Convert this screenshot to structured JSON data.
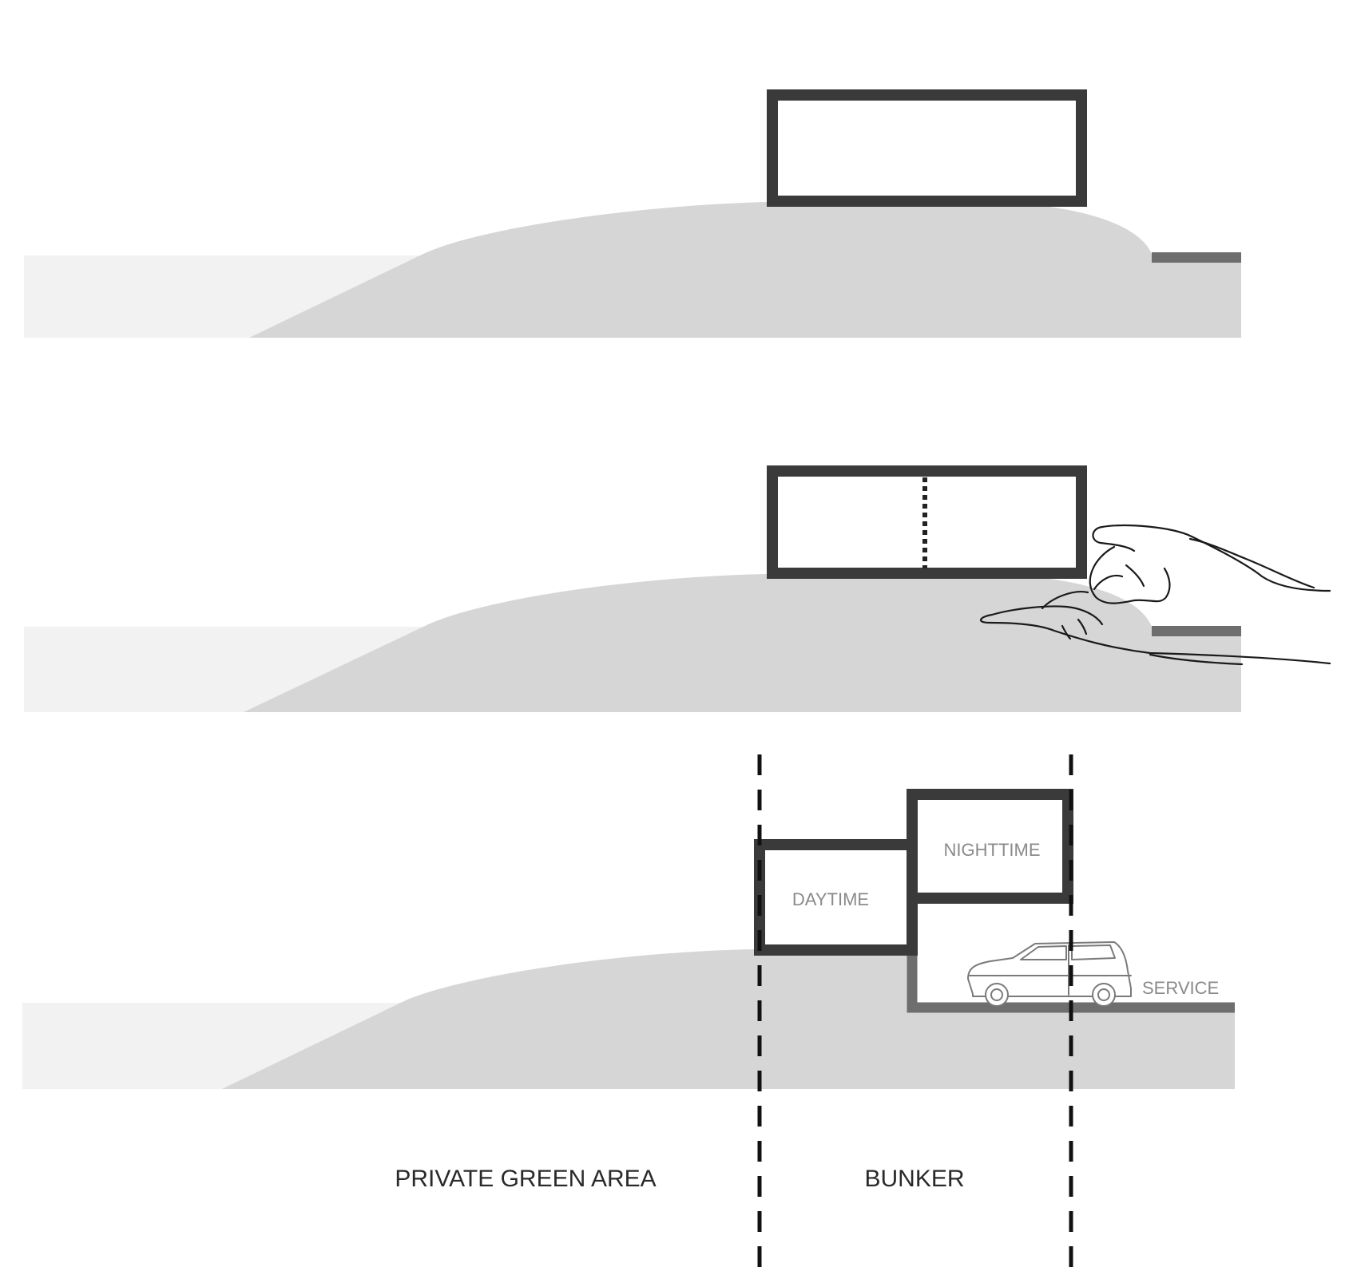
{
  "diagram": {
    "labels": {
      "daytime": "DAYTIME",
      "nighttime": "NIGHTTIME",
      "service": "SERVICE",
      "private_green_area": "PRIVATE GREEN AREA",
      "bunker": "BUNKER"
    },
    "colors": {
      "ground_light": "#f2f2f2",
      "hill": "#d6d6d6",
      "outline": "#3a3a3a",
      "ledge": "#6e6e6e",
      "label_dark": "#2a2a2a",
      "label_grey": "#8a8a8a"
    },
    "panels": [
      {
        "step": 1,
        "content": "single volume on hill"
      },
      {
        "step": 2,
        "content": "volume divided, hand pulling apart"
      },
      {
        "step": 3,
        "content": "daytime and nighttime volumes, service below"
      }
    ]
  }
}
